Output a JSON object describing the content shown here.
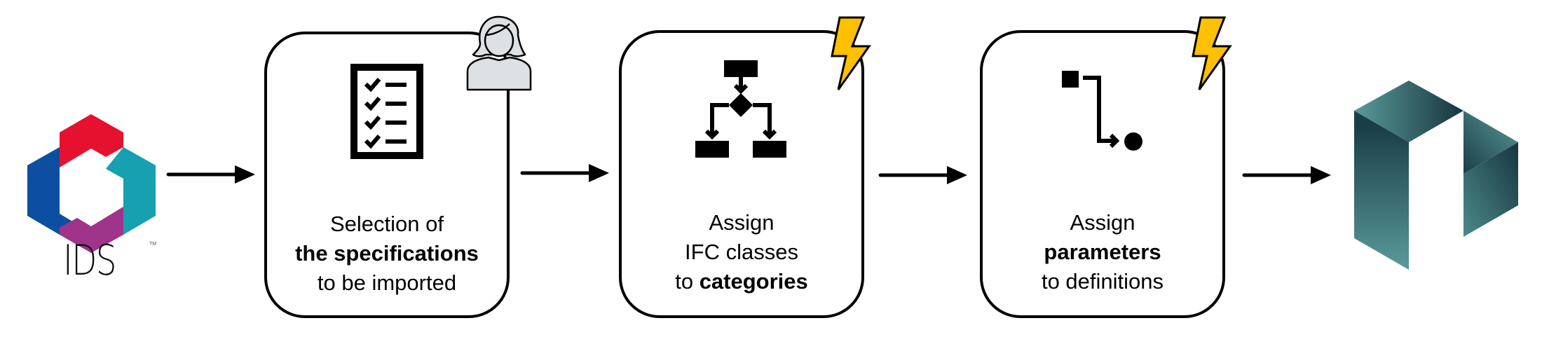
{
  "diagram": {
    "type": "workflow",
    "direction": "left-to-right",
    "source_logo": {
      "label": "IDS",
      "trademark": "TM",
      "colors": {
        "top": "#E5112E",
        "right": "#16A0B0",
        "bottom": "#A0348A",
        "left": "#0C4EA0"
      }
    },
    "steps": [
      {
        "id": "step-1",
        "lines": [
          {
            "text": "Selection of",
            "bold": false
          },
          {
            "text": "the specifications",
            "bold": true
          },
          {
            "text": "to be imported",
            "bold": false
          }
        ],
        "icon": "checklist-icon",
        "badge": "user-icon",
        "badge_meaning": "manual"
      },
      {
        "id": "step-2",
        "lines": [
          {
            "text": "Assign",
            "bold": false
          },
          {
            "text": "IFC classes",
            "bold": false
          },
          {
            "pre": "to ",
            "text": "categories",
            "bold": true
          }
        ],
        "icon": "flowchart-icon",
        "badge": "lightning-icon",
        "badge_meaning": "automatic"
      },
      {
        "id": "step-3",
        "lines": [
          {
            "text": "Assign",
            "bold": false
          },
          {
            "text": "parameters",
            "bold": true
          },
          {
            "text": "to definitions",
            "bold": false
          }
        ],
        "icon": "parameter-mapping-icon",
        "badge": "lightning-icon",
        "badge_meaning": "automatic"
      }
    ],
    "target_logo": {
      "icon": "target-app-logo-icon",
      "colors": {
        "dark": "#1A3E47",
        "light": "#5A9A9A"
      }
    },
    "colors": {
      "stroke": "#000000",
      "lightning": "#FFC000",
      "user_fill": "#DDE1E4"
    }
  }
}
